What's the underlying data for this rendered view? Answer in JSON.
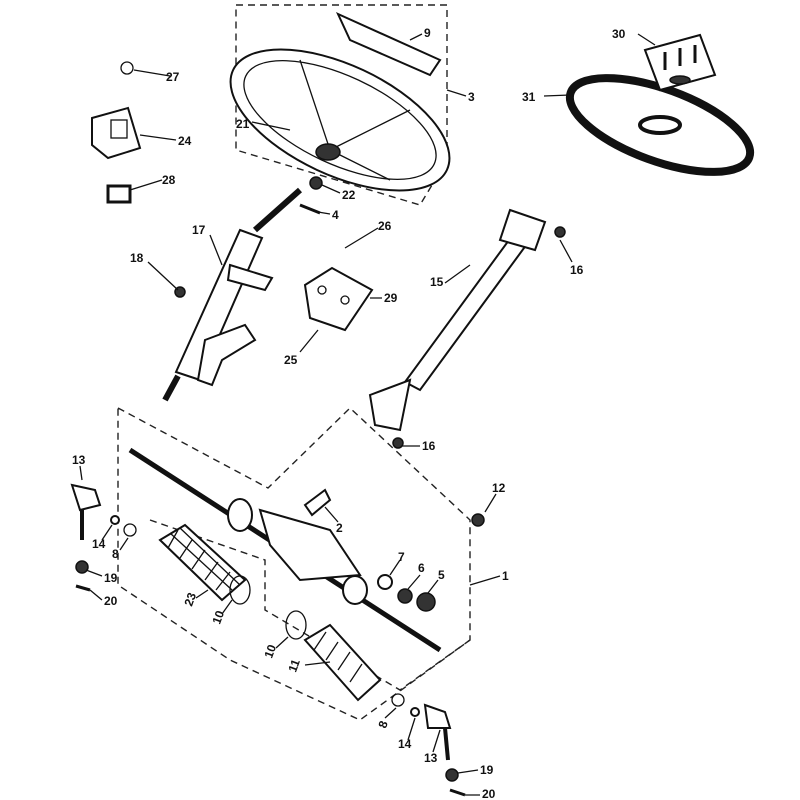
{
  "diagram": {
    "callouts": [
      "27",
      "24",
      "28",
      "9",
      "3",
      "21",
      "22",
      "4",
      "30",
      "31",
      "26",
      "29",
      "25",
      "17",
      "18",
      "15",
      "16",
      "16",
      "13",
      "12",
      "14",
      "8",
      "2",
      "7",
      "6",
      "5",
      "1",
      "19",
      "20",
      "23",
      "10",
      "10",
      "11",
      "8",
      "14",
      "13",
      "19",
      "20"
    ]
  }
}
